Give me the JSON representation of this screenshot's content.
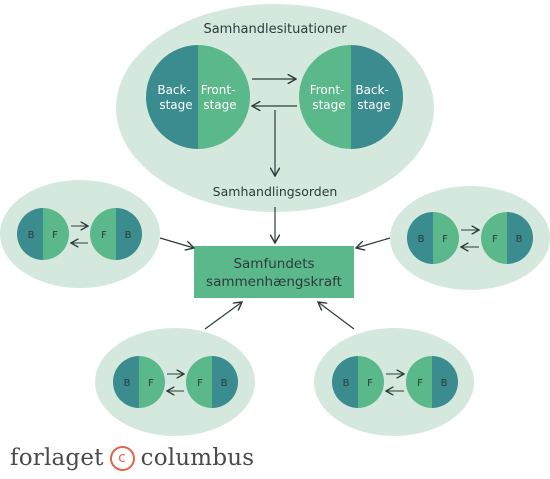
{
  "colors": {
    "bubble": "#d4e8dd",
    "backstage": "#3b8c8e",
    "frontstage": "#5bb88b",
    "box": "#5bb88b",
    "arrow": "#2e3b3b",
    "publisher_text": "#4a4a4a",
    "publisher_mark": "#e0664a"
  },
  "top_cluster": {
    "title": "Samhandlesituationer",
    "left_back": [
      "Back-",
      "stage"
    ],
    "left_front": [
      "Front-",
      "stage"
    ],
    "right_front": [
      "Front-",
      "stage"
    ],
    "right_back": [
      "Back-",
      "stage"
    ],
    "bottom_label": "Samhandlingsorden"
  },
  "center_box": {
    "line1": "Samfundets",
    "line2": "sammenhængskraft"
  },
  "small_clusters": {
    "back_letter": "B",
    "front_letter": "F"
  },
  "publisher": {
    "left": "forlaget",
    "symbol": "c",
    "right": "columbus"
  }
}
